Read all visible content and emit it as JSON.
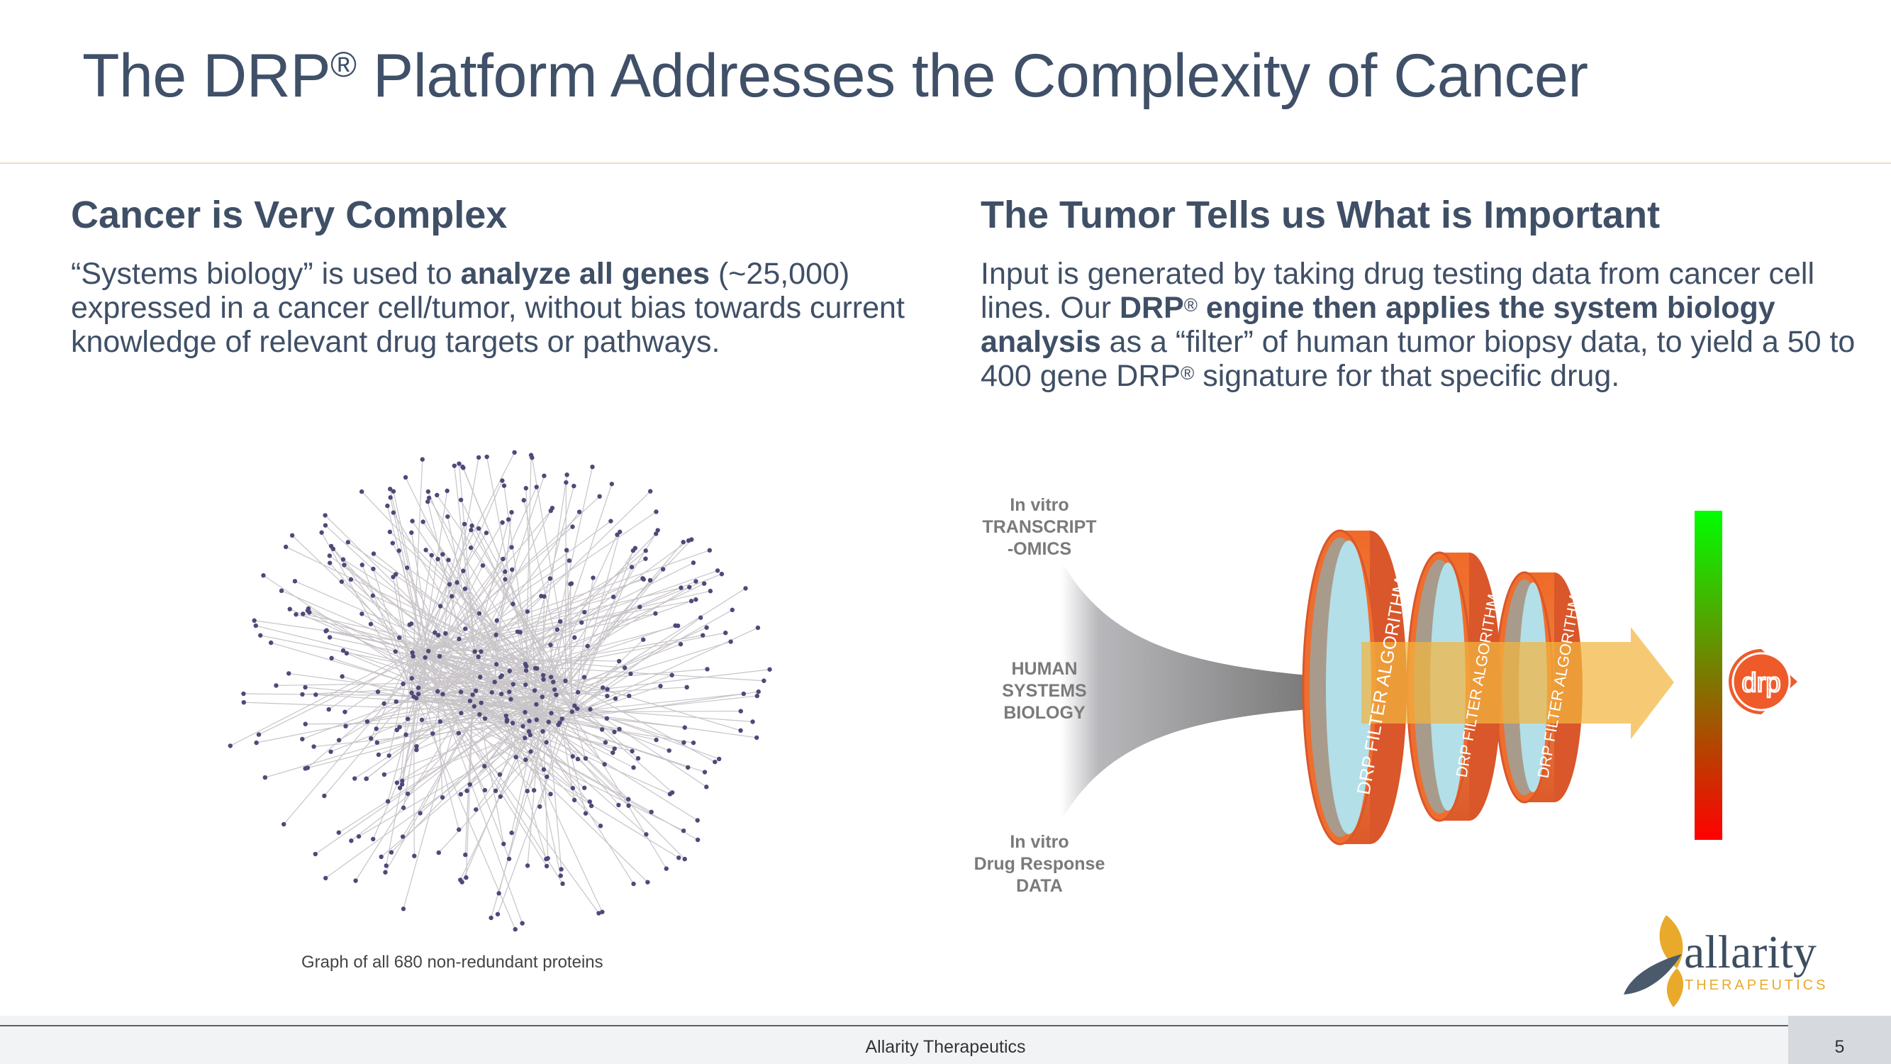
{
  "title": {
    "pre": "The DRP",
    "reg": "®",
    "post": " Platform Addresses the Complexity of Cancer"
  },
  "left": {
    "heading": "Cancer is Very Complex",
    "body": [
      {
        "t": "“Systems biology” is used to ",
        "b": false
      },
      {
        "t": "analyze all genes",
        "b": true
      },
      {
        "t": " (~25,000) expressed in a cancer cell/tumor, without bias towards current knowledge of relevant drug targets or pathways.",
        "b": false
      }
    ],
    "caption": "Graph of all 680 non-redundant proteins"
  },
  "right": {
    "heading": "The Tumor Tells us What is Important",
    "body": [
      {
        "t": "Input is generated by taking drug testing data from cancer cell lines. Our ",
        "b": false
      },
      {
        "t": "DRP",
        "b": true
      },
      {
        "t": "®",
        "sup": true
      },
      {
        "t": " engine then applies the system biology analysis",
        "b": true
      },
      {
        "t": " as a “filter” of human tumor biopsy data, to yield a 50 to 400 gene DRP",
        "b": false
      },
      {
        "t": "®",
        "sup": true
      },
      {
        "t": " signature for that specific drug.",
        "b": false
      }
    ]
  },
  "diagram": {
    "label_top": [
      "In vitro",
      "TRANSCRIPT",
      "-OMICS"
    ],
    "label_mid": [
      "HUMAN",
      "SYSTEMS",
      "BIOLOGY"
    ],
    "label_bottom": [
      "In vitro",
      "Drug Response",
      "DATA"
    ],
    "filter_label": "DRP FILTER ALGORITHM",
    "badge": "drp",
    "colors": {
      "filter": "#ee6a2c",
      "arrow": "#f2b640",
      "bar_top": "#00ff00",
      "bar_bottom": "#ff0000",
      "lens": "#b3dfe8"
    }
  },
  "logo": {
    "name": "allarity",
    "sub": "THERAPEUTICS"
  },
  "footer": {
    "text": "Allarity Therapeutics",
    "page": "5"
  }
}
